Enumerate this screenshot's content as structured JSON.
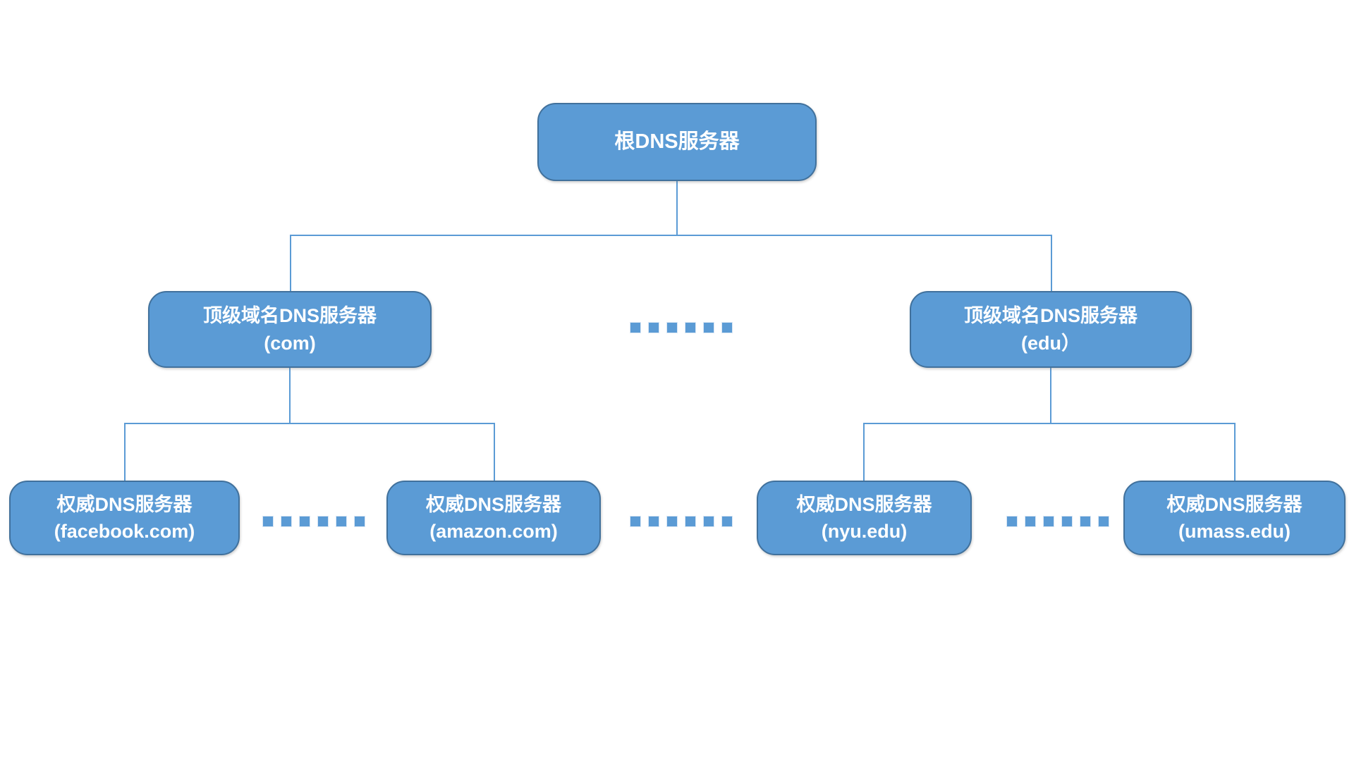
{
  "diagram": {
    "type": "hierarchy-tree",
    "topic": "DNS server hierarchy",
    "nodes": {
      "root": {
        "label": "根DNS服务器"
      },
      "tld_com": {
        "line1": "顶级域名DNS服务器",
        "line2": "(com)"
      },
      "tld_edu": {
        "line1": "顶级域名DNS服务器",
        "line2": "(edu）"
      },
      "auth_facebook": {
        "line1": "权威DNS服务器",
        "line2": "(facebook.com)"
      },
      "auth_amazon": {
        "line1": "权威DNS服务器",
        "line2": "(amazon.com)"
      },
      "auth_nyu": {
        "line1": "权威DNS服务器",
        "line2": "(nyu.edu)"
      },
      "auth_umass": {
        "line1": "权威DNS服务器",
        "line2": "(umass.edu)"
      }
    },
    "edges": [
      [
        "root",
        "tld_com"
      ],
      [
        "root",
        "tld_edu"
      ],
      [
        "tld_com",
        "auth_facebook"
      ],
      [
        "tld_com",
        "auth_amazon"
      ],
      [
        "tld_edu",
        "auth_nyu"
      ],
      [
        "tld_edu",
        "auth_umass"
      ]
    ],
    "separators": {
      "glyph": "......",
      "count": 6
    }
  },
  "colors": {
    "node_fill": "#5b9bd5",
    "node_border": "#41719c",
    "connector": "#5b9bd5",
    "text": "#ffffff",
    "background": "#ffffff"
  }
}
